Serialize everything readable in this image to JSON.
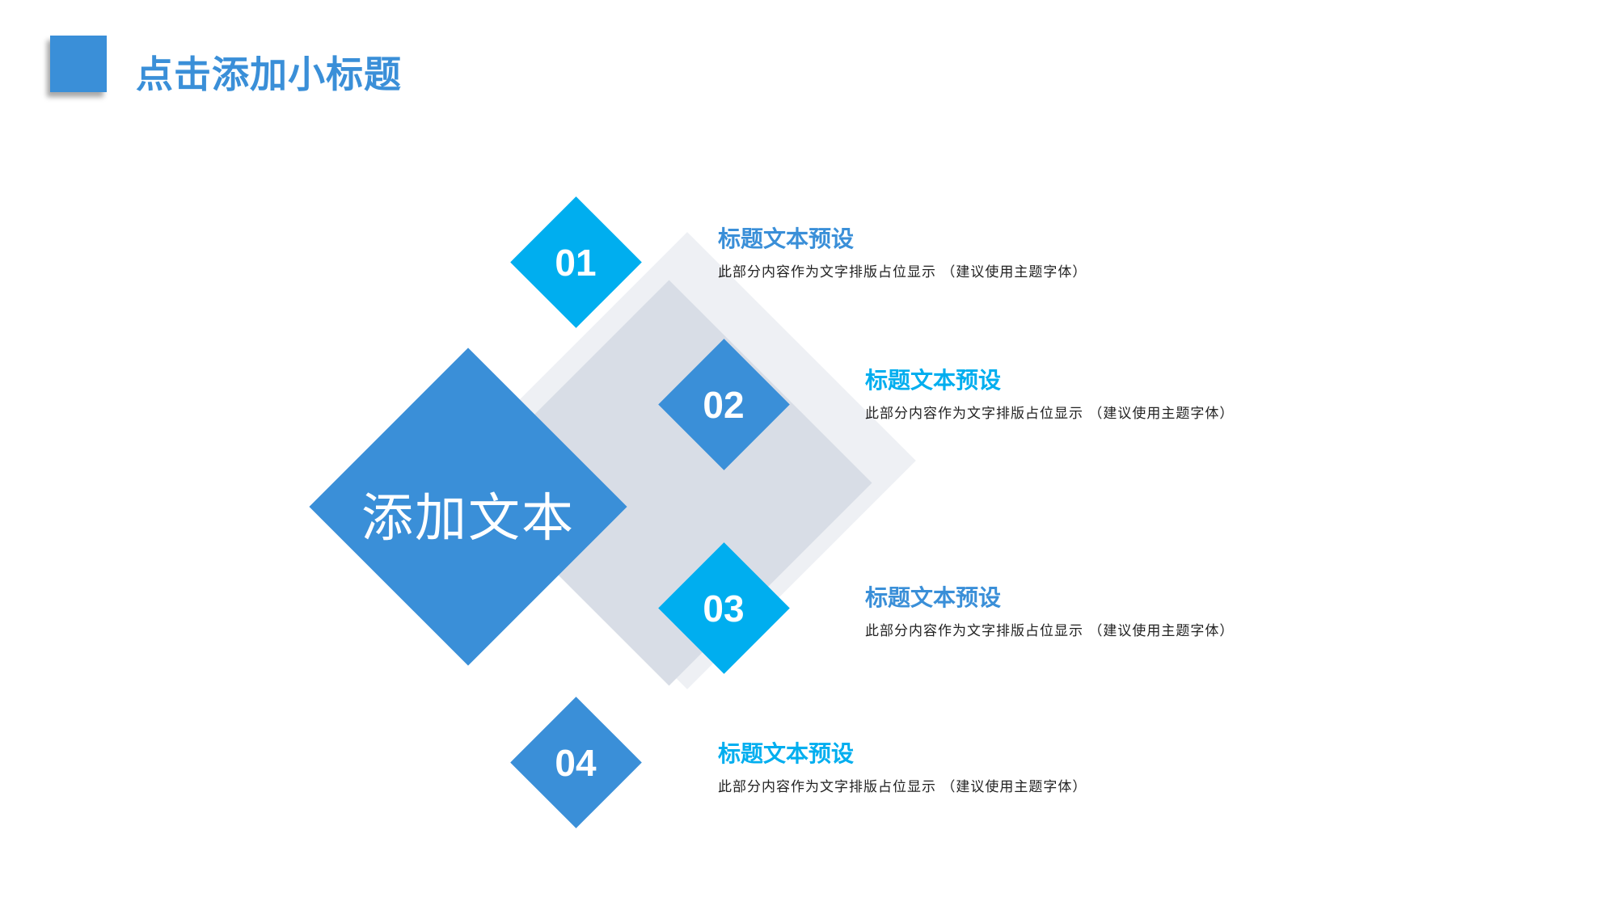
{
  "header": {
    "title": "点击添加小标题"
  },
  "center": {
    "label": "添加文本"
  },
  "items": [
    {
      "number": "01",
      "title": "标题文本预设",
      "desc": "此部分内容作为文字排版占位显示 （建议使用主题字体）"
    },
    {
      "number": "02",
      "title": "标题文本预设",
      "desc": "此部分内容作为文字排版占位显示 （建议使用主题字体）"
    },
    {
      "number": "03",
      "title": "标题文本预设",
      "desc": "此部分内容作为文字排版占位显示 （建议使用主题字体）"
    },
    {
      "number": "04",
      "title": "标题文本预设",
      "desc": "此部分内容作为文字排版占位显示 （建议使用主题字体）"
    }
  ],
  "colors": {
    "primary_blue": "#3a8fd8",
    "cyan": "#00aeef",
    "light_gray": "#eef0f4",
    "mid_gray": "#d8dde6"
  }
}
